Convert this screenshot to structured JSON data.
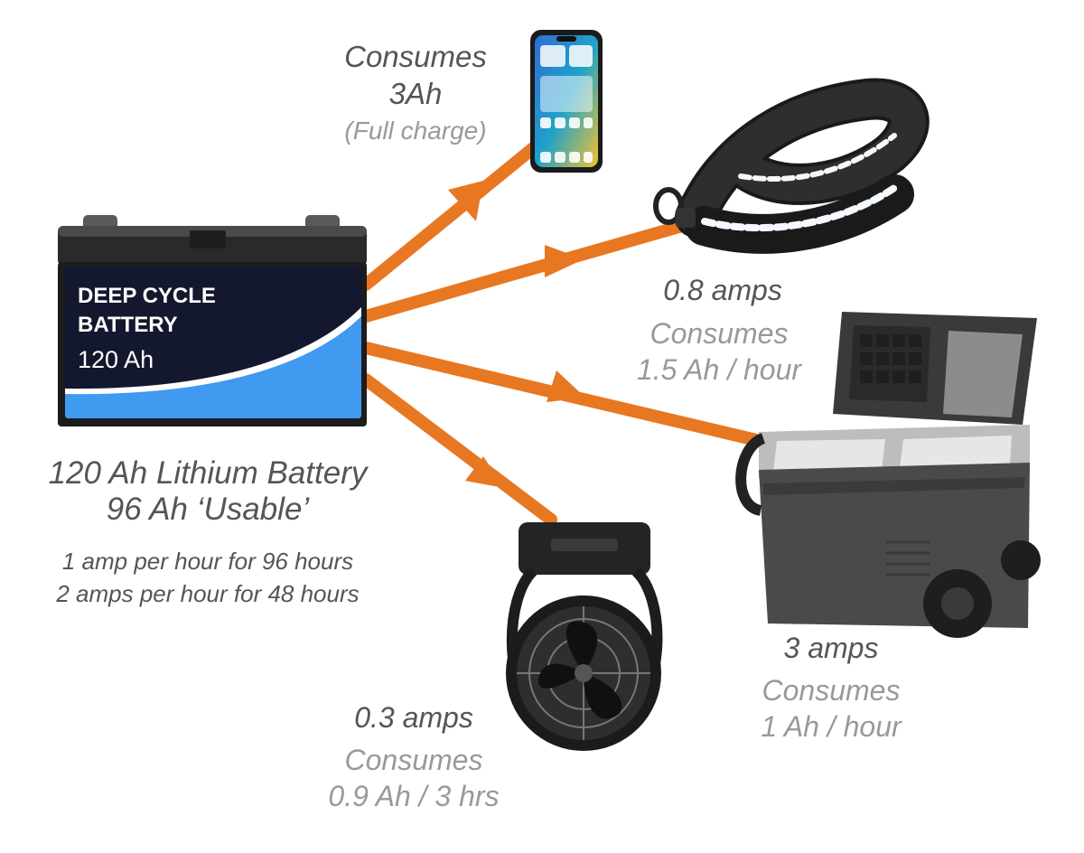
{
  "battery": {
    "label_line1": "DEEP CYCLE",
    "label_line2": "BATTERY",
    "capacity": "120 Ah",
    "caption_line1": "120 Ah Lithium Battery",
    "caption_line2": "96 Ah ‘Usable’",
    "note_line1": "1 amp per hour for 96 hours",
    "note_line2": "2 amps per hour for 48 hours"
  },
  "phone": {
    "line1": "Consumes",
    "line2": "3Ah",
    "line3": "(Full charge)"
  },
  "light_strip": {
    "amps": "0.8 amps",
    "line1": "Consumes",
    "line2": "1.5 Ah / hour"
  },
  "fridge": {
    "amps": "3 amps",
    "line1": "Consumes",
    "line2": "1 Ah / hour"
  },
  "fan": {
    "amps": "0.3 amps",
    "line1": "Consumes",
    "line2": "0.9 Ah / 3 hrs"
  },
  "colors": {
    "arrow": "#e87722",
    "battery_blue": "#3f9af0",
    "battery_navy": "#14182e"
  }
}
